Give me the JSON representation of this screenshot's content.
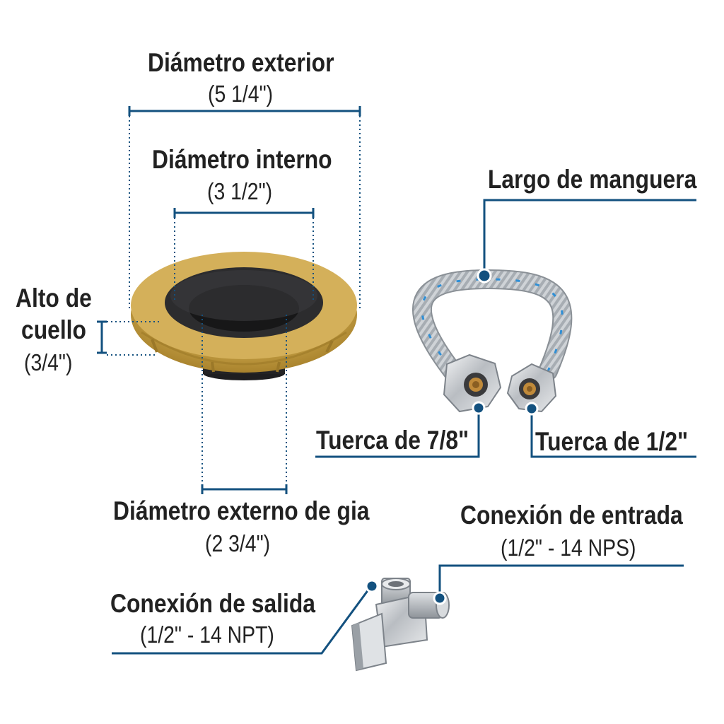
{
  "labels": {
    "outer_diameter": {
      "title": "Diámetro exterior",
      "value": "(5 1/4\")"
    },
    "inner_diameter": {
      "title": "Diámetro interno",
      "value": "(3 1/2\")"
    },
    "neck_height": {
      "line1": "Alto de",
      "line2": "cuello",
      "value": "(3/4\")"
    },
    "guide_outer_diameter": {
      "title": "Diámetro externo de gia",
      "value": "(2 3/4\")"
    },
    "hose_length": {
      "title": "Largo de manguera"
    },
    "nut_large": {
      "title": "Tuerca de 7/8\""
    },
    "nut_small": {
      "title": "Tuerca de 1/2\""
    },
    "inlet_connection": {
      "title": "Conexión de entrada",
      "value": "(1/2\" - 14 NPS)"
    },
    "outlet_connection": {
      "title": "Conexión de salida",
      "value": "(1/2\" - 14 NPT)"
    }
  },
  "colors": {
    "dimension_line": "#13517f",
    "wax_ring": "#c9a54a",
    "rubber": "#2c2c2e",
    "chrome": "#c9ccd0",
    "brass": "#c08a3a",
    "accent_blue": "#2f8fd6"
  }
}
